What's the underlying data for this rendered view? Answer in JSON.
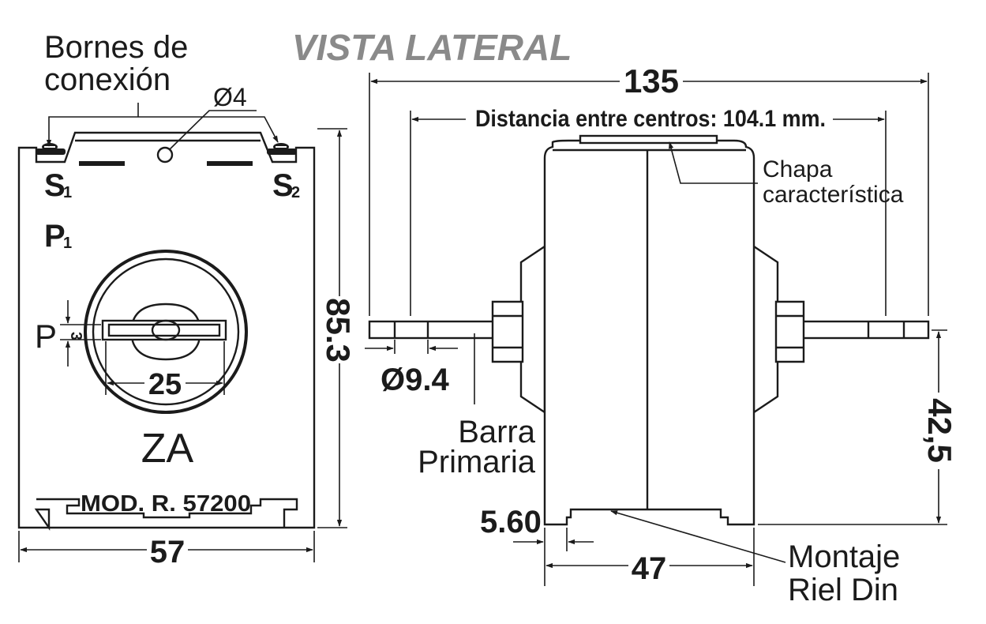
{
  "title": "VISTA LATERAL",
  "front_view": {
    "terminals_label_line1": "Bornes de",
    "terminals_label_line2": "conexión",
    "hole_diameter": "Ø4",
    "s1": "S",
    "s1_sub": "1",
    "s2": "S",
    "s2_sub": "2",
    "p1": "P",
    "p1_sub": "1",
    "p_label": "P",
    "gap_dim": "3",
    "slot_width": "25",
    "model_name": "ZA",
    "model_code": "MOD.  R.  57200",
    "width": "57",
    "height": "85.3"
  },
  "side_view": {
    "total_length": "135",
    "center_distance": "Distancia entre centros: 104.1 mm.",
    "plate_label_line1": "Chapa",
    "plate_label_line2": "característica",
    "bar_diameter": "Ø9.4",
    "bar_label_line1": "Barra",
    "bar_label_line2": "Primaria",
    "rail_offset": "5.60",
    "base_width": "47",
    "bar_height": "42,5",
    "mount_label_line1": "Montaje",
    "mount_label_line2": "Riel Din"
  }
}
